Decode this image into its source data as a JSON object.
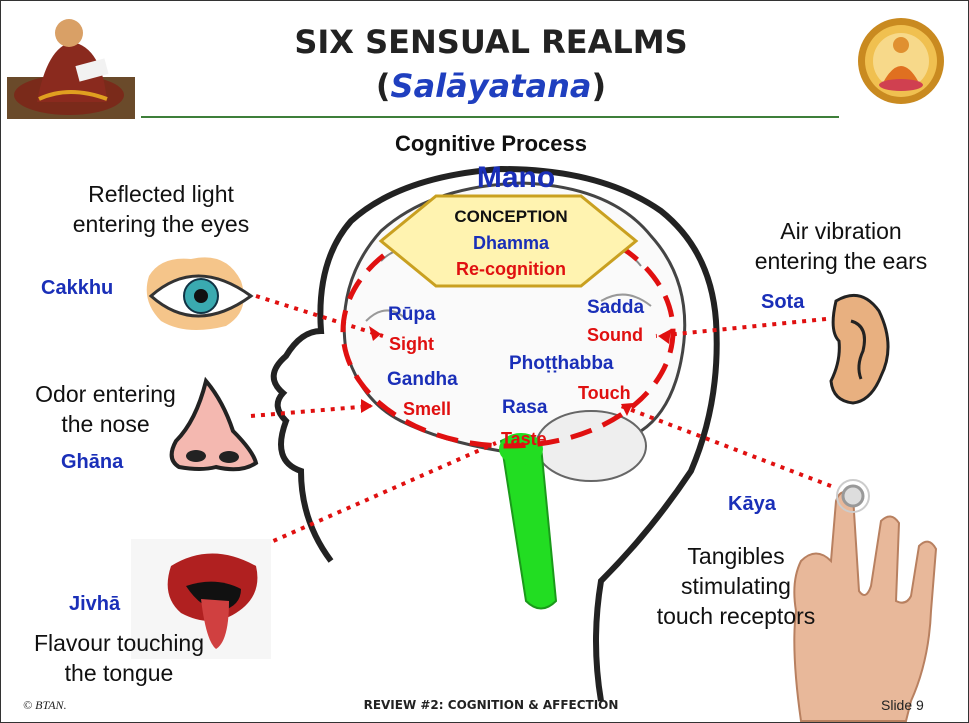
{
  "title": {
    "line1": "SIX SENSUAL REALMS",
    "paren_open": "(",
    "italic": "Salāyatana",
    "paren_close": ")"
  },
  "subtitle": "Cognitive Process",
  "mano": "Mano",
  "center_box": {
    "line1": "CONCEPTION",
    "line2": "Dhamma",
    "line3": "Re-cognition"
  },
  "brain_labels": {
    "rupa": "Rūpa",
    "sight": "Sight",
    "sadda": "Sadda",
    "sound": "Sound",
    "gandha": "Gandha",
    "smell": "Smell",
    "photthabba": "Phoṭṭhabba",
    "touch": "Touch",
    "rasa": "Rasa",
    "taste": "Taste"
  },
  "senses": {
    "eye": {
      "caption1": "Reflected light",
      "caption2": "entering the eyes",
      "pali": "Cakkhu"
    },
    "ear": {
      "caption1": "Air vibration",
      "caption2": "entering the ears",
      "pali": "Sota"
    },
    "nose": {
      "caption1": "Odor entering",
      "caption2": "the nose",
      "pali": "Ghāna"
    },
    "tongue": {
      "caption1": "Flavour touching",
      "caption2": "the tongue",
      "pali": "Jivhā"
    },
    "body": {
      "caption1": "Tangibles",
      "caption2": "stimulating",
      "caption3": "touch receptors",
      "pali": "Kāya"
    }
  },
  "footer": {
    "left": "© BTAN.",
    "center": "REVIEW #2: COGNITION & AFFECTION",
    "right": "Slide 9"
  },
  "colors": {
    "accent_blue": "#1a2fb8",
    "accent_red": "#e01010",
    "box_fill": "#fff3b0",
    "brainstem": "#22dd22",
    "rule": "#3e7f3a"
  }
}
